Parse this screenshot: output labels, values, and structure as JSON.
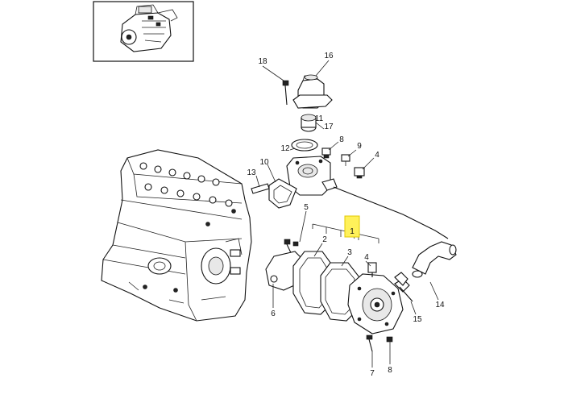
{
  "callouts": [
    {
      "id": "c1",
      "label": "1",
      "highlighted": true
    },
    {
      "id": "c2",
      "label": "2"
    },
    {
      "id": "c3",
      "label": "3"
    },
    {
      "id": "c4a",
      "label": "4"
    },
    {
      "id": "c4b",
      "label": "4"
    },
    {
      "id": "c5",
      "label": "5"
    },
    {
      "id": "c6",
      "label": "6"
    },
    {
      "id": "c7",
      "label": "7"
    },
    {
      "id": "c8a",
      "label": "8"
    },
    {
      "id": "c8b",
      "label": "8"
    },
    {
      "id": "c9",
      "label": "9"
    },
    {
      "id": "c10",
      "label": "10"
    },
    {
      "id": "c11",
      "label": "11"
    },
    {
      "id": "c12",
      "label": "12"
    },
    {
      "id": "c13",
      "label": "13"
    },
    {
      "id": "c14",
      "label": "14"
    },
    {
      "id": "c15",
      "label": "15"
    },
    {
      "id": "c16",
      "label": "16"
    },
    {
      "id": "c17",
      "label": "17"
    },
    {
      "id": "c18",
      "label": "18"
    }
  ],
  "colors": {
    "highlight": "#fff15a",
    "line": "#111111"
  }
}
